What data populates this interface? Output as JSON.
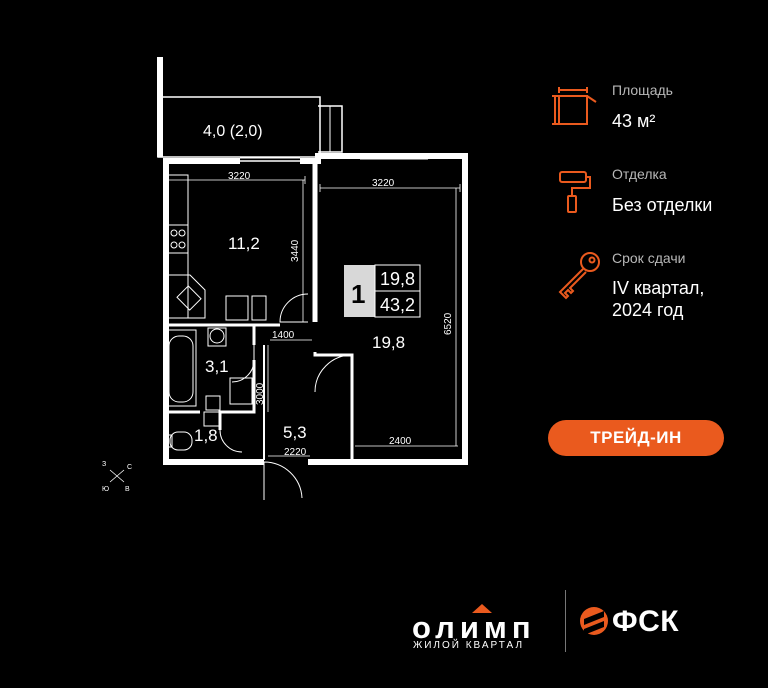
{
  "plan": {
    "rooms": {
      "balcony": "4,0 (2,0)",
      "kitchen": "11,2",
      "living": "19,8",
      "bathroom": "3,1",
      "wc": "1,8",
      "hall": "5,3"
    },
    "dimensions": {
      "kitchen_width": "3220",
      "living_width": "3220",
      "kitchen_depth": "3440",
      "living_depth": "6520",
      "corridor_width": "1400",
      "bath_depth": "3000",
      "hall_width": "2220",
      "living_bottom": "2400"
    },
    "badge": {
      "rooms": "1",
      "living_area": "19,8",
      "total_area": "43,2"
    },
    "compass": {
      "n": "З",
      "e": "С",
      "s": "В",
      "w": "Ю"
    }
  },
  "info": {
    "area": {
      "label": "Площадь",
      "value": "43 м²"
    },
    "finish": {
      "label": "Отделка",
      "value": "Без отделки"
    },
    "deadline": {
      "label": "Срок сдачи",
      "value_line1": "IV квартал,",
      "value_line2": "2024 год"
    }
  },
  "trade_in_label": "ТРЕЙД-ИН",
  "brand": {
    "name": "олимп",
    "subtitle": "ЖИЛОЙ КВАРТАЛ",
    "developer": "ФСК"
  },
  "colors": {
    "accent": "#ea5a1e",
    "background": "#000000",
    "badge_bg": "#d8d8d8"
  }
}
